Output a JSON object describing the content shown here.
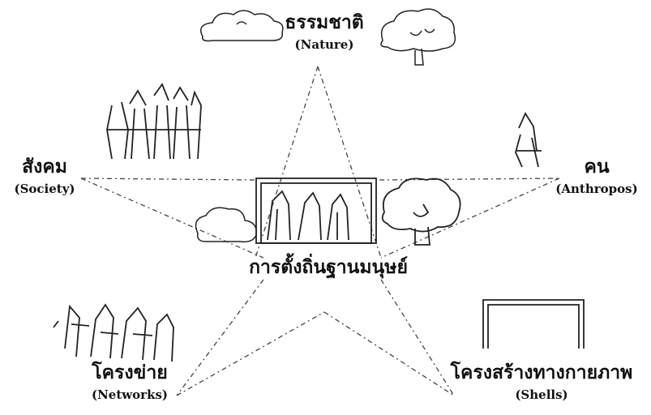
{
  "diagram": {
    "nodes": [
      {
        "id": "nature",
        "thai": "ธรรมชาติ",
        "english": "(Nature)"
      },
      {
        "id": "society",
        "thai": "สังคม",
        "english": "(Society)"
      },
      {
        "id": "anthropos",
        "thai": "คน",
        "english": "(Anthropos)"
      },
      {
        "id": "networks",
        "thai": "โครงข่าย",
        "english": "(Networks)"
      },
      {
        "id": "shells",
        "thai": "โครงสร้างทางกายภาพ",
        "english": "(Shells)"
      }
    ],
    "center": {
      "thai": "การตั้งถิ่นฐานมนุษย์"
    }
  }
}
